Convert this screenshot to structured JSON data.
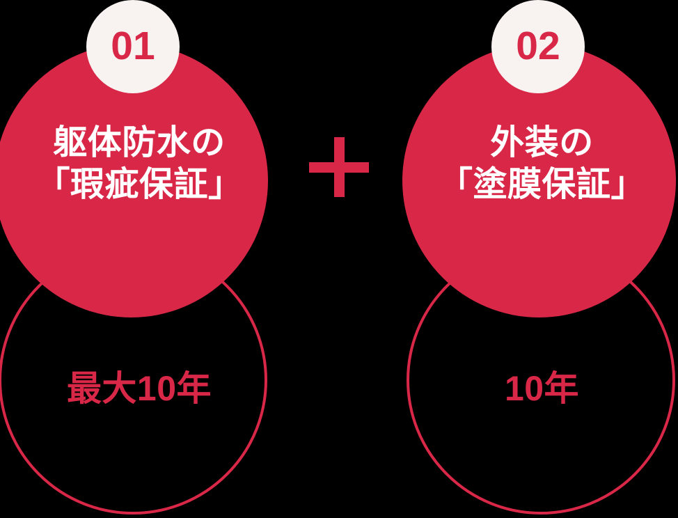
{
  "theme": {
    "background": "#000000",
    "brand_red": "#D92748",
    "badge_bg": "#F8F3F1",
    "text_white": "#FFFFFF",
    "outline_stroke": "#D92748"
  },
  "separator": {
    "symbol": "plus-sign",
    "color": "#D92748"
  },
  "items": [
    {
      "badge": "01",
      "title_line1": "躯体防水の",
      "title_line2": "「瑕疵保証」",
      "duration": "最大10年"
    },
    {
      "badge": "02",
      "title_line1": "外装の",
      "title_line2": "「塗膜保証」",
      "duration": "10年"
    }
  ]
}
